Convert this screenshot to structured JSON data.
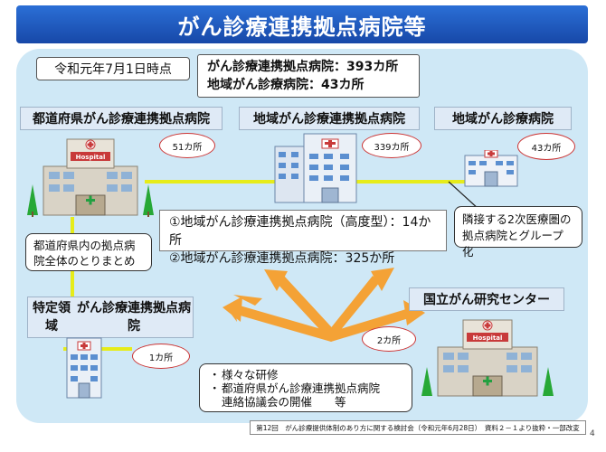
{
  "title": "がん診療連携拠点病院等",
  "as_of": "令和元年7月1日時点",
  "counts": {
    "line1": "がん診療連携拠点病院：393カ所",
    "line2": "地域がん診療病院：43カ所"
  },
  "headers": {
    "prefectural": "都道府県がん診療連携拠点病院",
    "regional": "地域がん診療連携拠点病院",
    "local": "地域がん診療病院",
    "specialized_line1": "特定領域",
    "specialized_line2": "がん診療連携拠点病院",
    "ncc": "国立がん研究センター"
  },
  "badges": {
    "prefectural": "51カ所",
    "regional": "339カ所",
    "local": "43カ所",
    "specialized": "1カ所",
    "ncc": "2カ所"
  },
  "regional_types": {
    "line1": "①地域がん診療連携拠点病院（高度型）：14か所",
    "line2": "②地域がん診療連携拠点病院：325か所"
  },
  "callouts": {
    "prefectural_line1": "都道府県内の拠点病",
    "prefectural_line2": "院全体のとりまとめ",
    "group_line1": "隣接する2次医療圏の",
    "group_line2": "拠点病院とグループ化",
    "activities": [
      "様々な研修",
      "都道府県がん診療連携拠点病院",
      "連絡協議会の開催　　等"
    ]
  },
  "hospital_sign": "Hospital",
  "footer": "第12回　がん診療提供体制のあり方に関する検討会（令和元年6月28日）　資料２－１より抜粋・一部改変",
  "page_number": "4",
  "colors": {
    "title": "#1f5bc4",
    "panel": "#cfe8f6",
    "connector": "#e6ec1a",
    "arrow": "#f4a236",
    "badge_border": "#cc3333"
  }
}
